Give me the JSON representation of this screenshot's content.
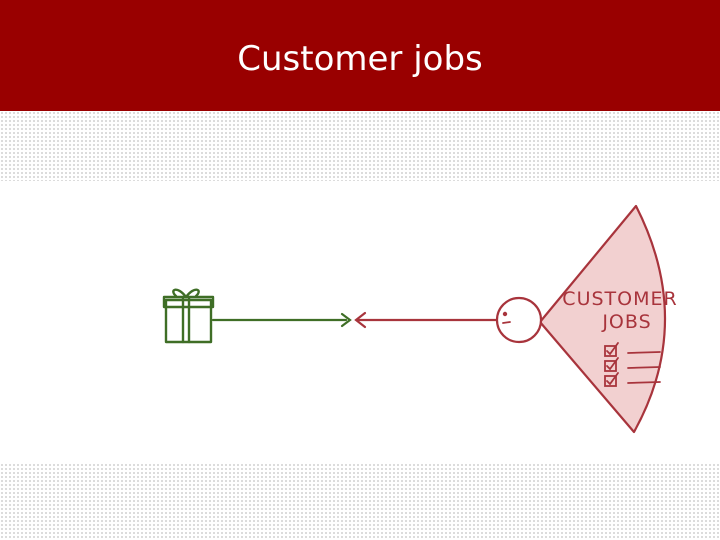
{
  "slide": {
    "title": "Customer jobs"
  },
  "diagram": {
    "fan_label_line1": "CUSTOMER",
    "fan_label_line2": "JOBS",
    "icons": [
      "gift-icon",
      "customer-face-icon",
      "checklist-icon"
    ],
    "colors": {
      "header": "#990000",
      "product": "#3f6e26",
      "customer": "#a8343c",
      "fan_fill": "#f2d0d0"
    }
  }
}
